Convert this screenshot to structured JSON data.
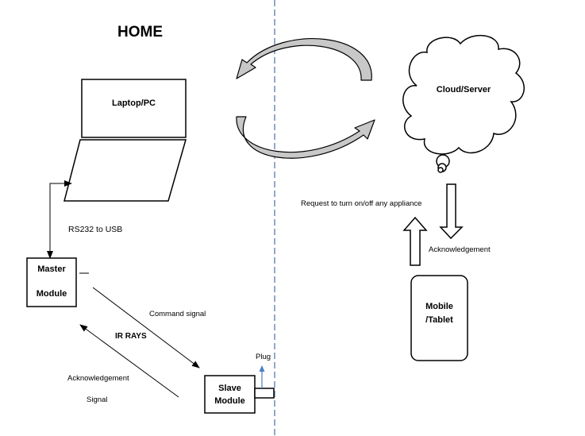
{
  "title": "HOME",
  "laptop": {
    "label": "Laptop/PC"
  },
  "link_label": "RS232 to USB",
  "master": {
    "line1": "Master",
    "line2": "Module"
  },
  "slave": {
    "line1": "Slave",
    "line2": "Module"
  },
  "plug_label": "Plug",
  "command_signal": "Command signal",
  "ir_rays": "IR RAYS",
  "ack_left": {
    "line1": "Acknowledgement",
    "line2": "Signal"
  },
  "cloud": {
    "label": "Cloud/Server"
  },
  "request_label": "Request to turn on/off any appliance",
  "ack_right": "Acknowledgement",
  "mobile": {
    "line1": "Mobile",
    "line2": "/Tablet"
  },
  "colors": {
    "divider": "#4a6fa5",
    "arc_fill": "#c8c8c8",
    "plug_arrow": "#4a7fc0"
  }
}
